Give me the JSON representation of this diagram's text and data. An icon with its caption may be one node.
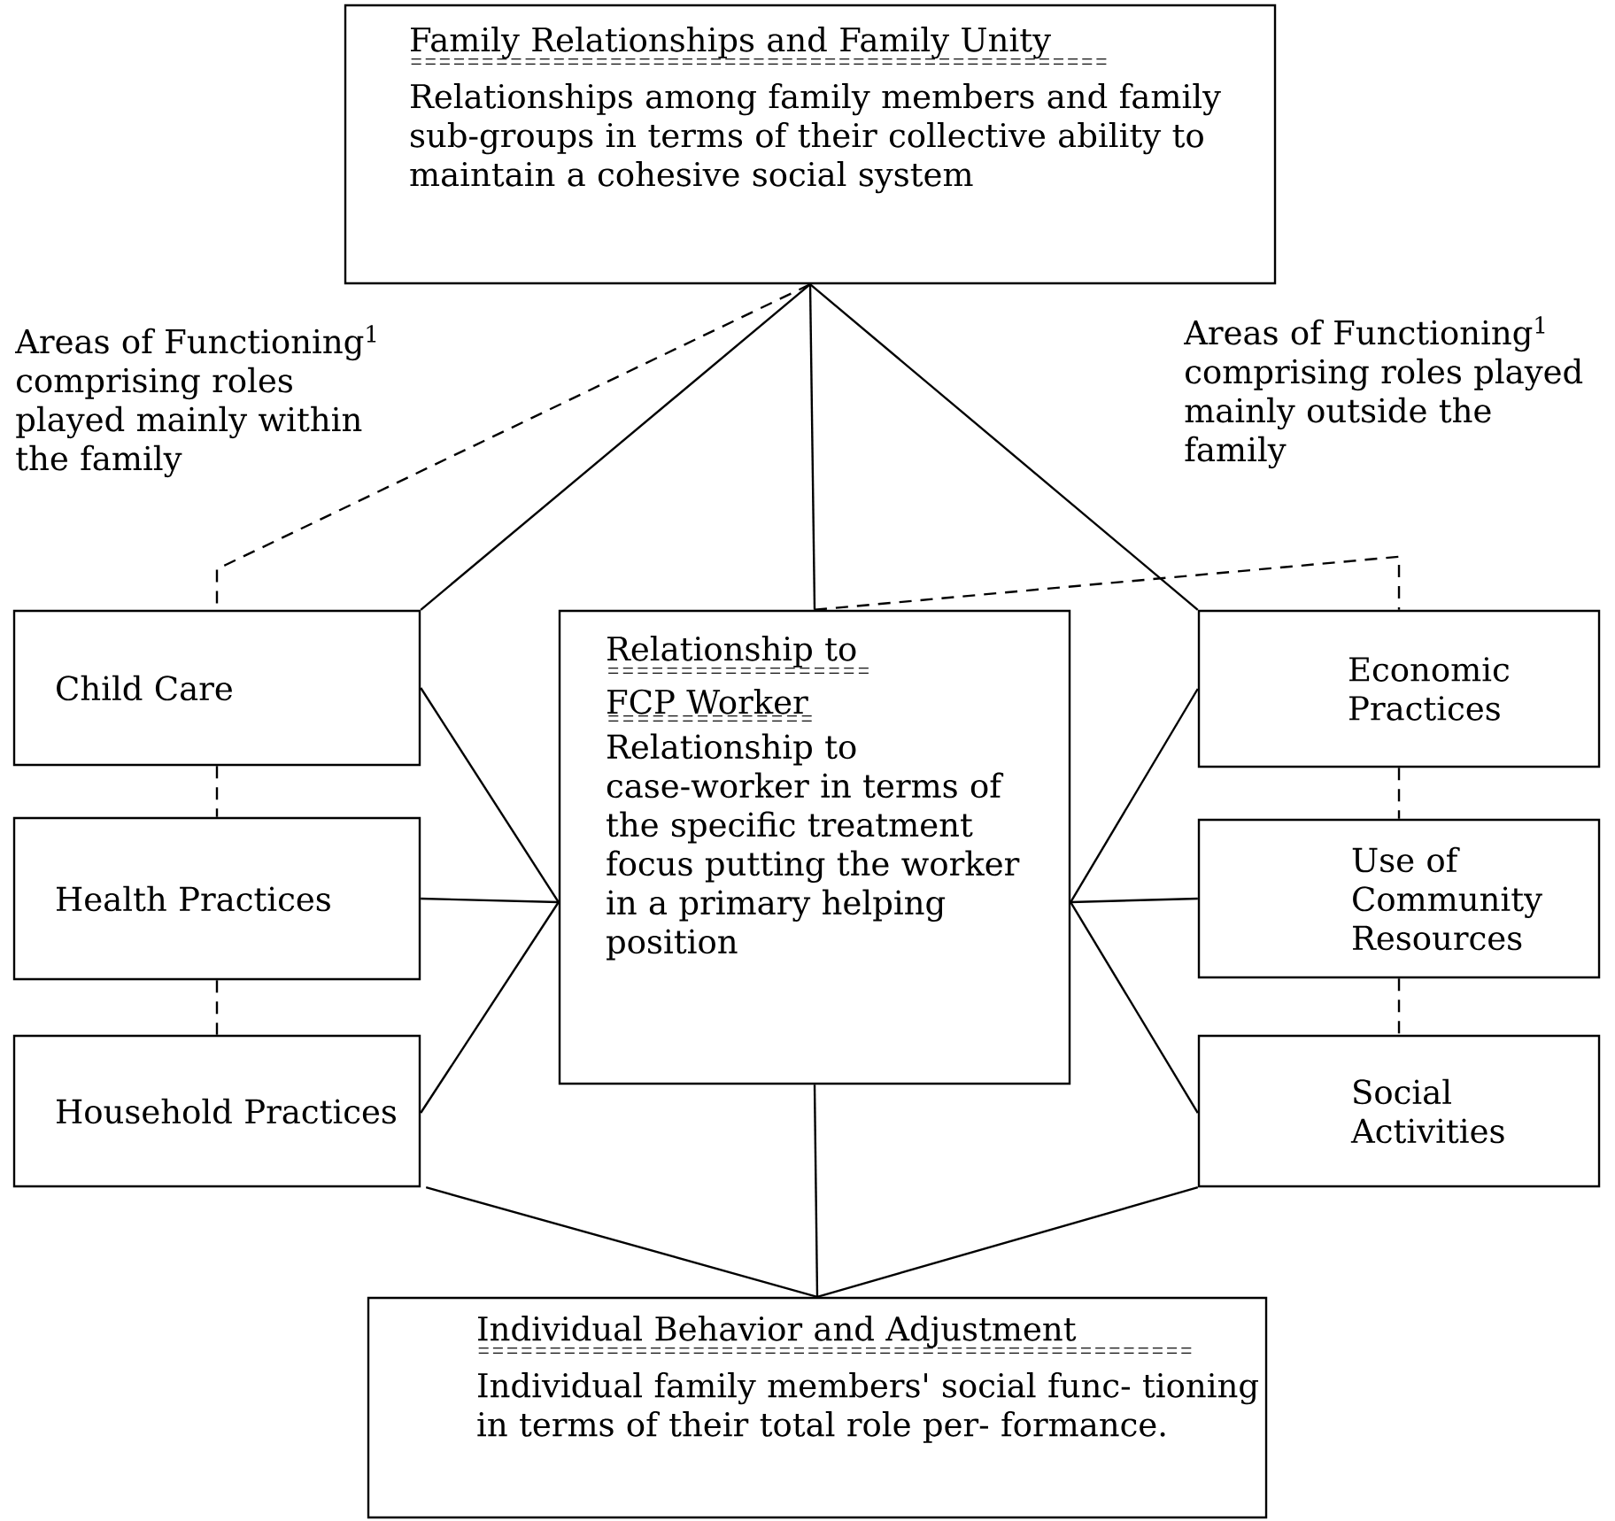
{
  "diagram": {
    "nodes": [
      {
        "text": [
          "Family Relationships and Family Unity",
          "Relationships among family members and family sub-groups in terms of their collective ability to maintain a cohesive social system"
        ]
      },
      {
        "text": [
          "Child Care"
        ]
      },
      {
        "text": [
          "Health Practices"
        ]
      },
      {
        "text": [
          "Household Practices"
        ]
      },
      {
        "text": [
          "Relationship to FCP Worker",
          "Relationship to case-worker in terms of the specific treatment focus putting the worker in a primary helping position"
        ]
      },
      {
        "text": [
          "Economic Practices"
        ]
      },
      {
        "text": [
          "Use of Community Resources"
        ]
      },
      {
        "text": [
          "Social Activities"
        ]
      },
      {
        "text": [
          "Individual Behavior and Adjustment",
          "Individual family members' social func- tioning in terms of their total role per- formance."
        ]
      }
    ],
    "edges": [
      {
        "from": 0,
        "to": 1,
        "arrow": "none"
      },
      {
        "from": 0,
        "to": 4,
        "arrow": "none"
      },
      {
        "from": 0,
        "to": 5,
        "arrow": "none"
      },
      {
        "from": 1,
        "to": 4,
        "arrow": "none"
      },
      {
        "from": 2,
        "to": 4,
        "arrow": "none"
      },
      {
        "from": 3,
        "to": 4,
        "arrow": "none"
      },
      {
        "from": 4,
        "to": 5,
        "arrow": "none"
      },
      {
        "from": 4,
        "to": 6,
        "arrow": "none"
      },
      {
        "from": 4,
        "to": 7,
        "arrow": "none"
      },
      {
        "from": 3,
        "to": 8,
        "arrow": "none"
      },
      {
        "from": 4,
        "to": 8,
        "arrow": "none"
      },
      {
        "from": 7,
        "to": 8,
        "arrow": "none"
      },
      {
        "from": 0,
        "to": 1,
        "arrow": "none",
        "style": "dashed"
      },
      {
        "from": 1,
        "to": 2,
        "arrow": "none",
        "style": "dashed"
      },
      {
        "from": 2,
        "to": 3,
        "arrow": "none",
        "style": "dashed"
      },
      {
        "from": 4,
        "to": 5,
        "arrow": "none",
        "style": "dashed"
      },
      {
        "from": 5,
        "to": 6,
        "arrow": "none",
        "style": "dashed"
      },
      {
        "from": 6,
        "to": 7,
        "arrow": "none",
        "style": "dashed"
      }
    ],
    "labels": [
      "Areas of Functioning$^{1}$ comprising roles played mainly within the family",
      "Areas of Functioning$^{1}$ comprising roles played mainly outside the family"
    ]
  }
}
